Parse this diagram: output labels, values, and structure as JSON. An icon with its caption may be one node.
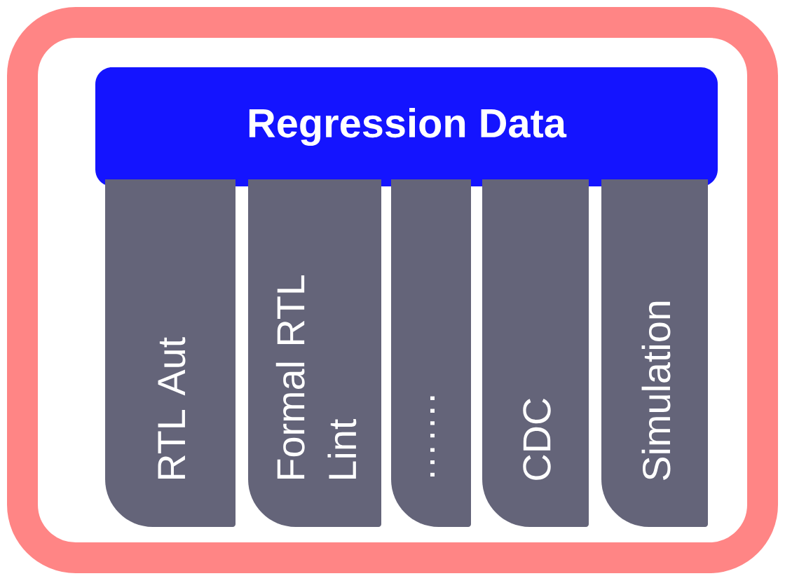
{
  "diagram": {
    "nodes": [
      {
        "text": [],
        "shape": "box"
      },
      {
        "text": [
          "Regression Data"
        ],
        "in": 0
      },
      {
        "text": [
          "RTL Aut"
        ],
        "in": 0
      },
      {
        "text": [
          "Formal RTL Lint"
        ],
        "in": 0
      },
      {
        "text": [
          "……."
        ],
        "in": 0
      },
      {
        "text": [
          "CDC"
        ],
        "in": 0
      },
      {
        "text": [
          "Simulation"
        ],
        "in": 0
      }
    ]
  }
}
